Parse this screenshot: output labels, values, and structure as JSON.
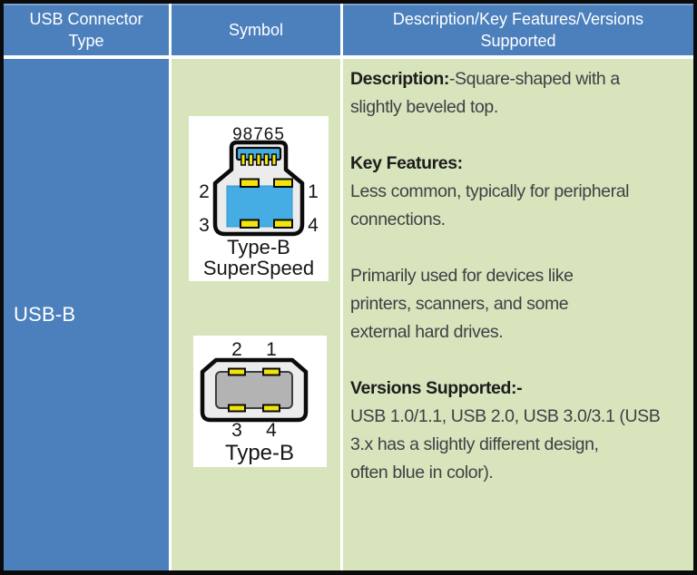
{
  "header": {
    "col1": "USB Connector Type",
    "col2": "Symbol",
    "col3": "Description/Key Features/Versions Supported"
  },
  "body": {
    "connector_type": "USB-B",
    "symbol_top": {
      "pin_row_label": "98765",
      "pin_top_left": "2",
      "pin_top_right": "1",
      "pin_bottom_left": "3",
      "pin_bottom_right": "4",
      "caption_line1": "Type-B",
      "caption_line2": "SuperSpeed"
    },
    "symbol_bottom": {
      "pin_top_left": "2",
      "pin_top_right": "1",
      "pin_bottom_left": "3",
      "pin_bottom_right": "4",
      "caption": "Type-B"
    },
    "description_lines": [
      {
        "b": "Description:",
        "t": "-Square-shaped with a"
      },
      {
        "t": "slightly beveled top."
      },
      {
        "spacer": true
      },
      {
        "b": "Key Features:"
      },
      {
        "t": "Less common, typically for peripheral"
      },
      {
        "t": "connections."
      },
      {
        "spacer": true
      },
      {
        "t": "Primarily used for devices like"
      },
      {
        "t": "printers, scanners, and some"
      },
      {
        "t": "external hard drives."
      },
      {
        "spacer": true
      },
      {
        "b": "Versions Supported:-"
      },
      {
        "t": "USB 1.0/1.1, USB 2.0, USB 3.0/3.1 (USB"
      },
      {
        "t": "3.x has a slightly different design,"
      },
      {
        "t": "often blue in color)."
      }
    ]
  },
  "colors": {
    "header-blue": "#4C80BD",
    "cell-green": "#D7E4BC",
    "outline-black": "#0b0b0b",
    "text-dark": "#3d4245",
    "text-bold": "#1c1c1c",
    "connector-blue": "#45ADE3",
    "pin-yellow": "#F3E50C",
    "shell-gray": "#ECECEC",
    "inner-gray": "#B3B3B3"
  }
}
